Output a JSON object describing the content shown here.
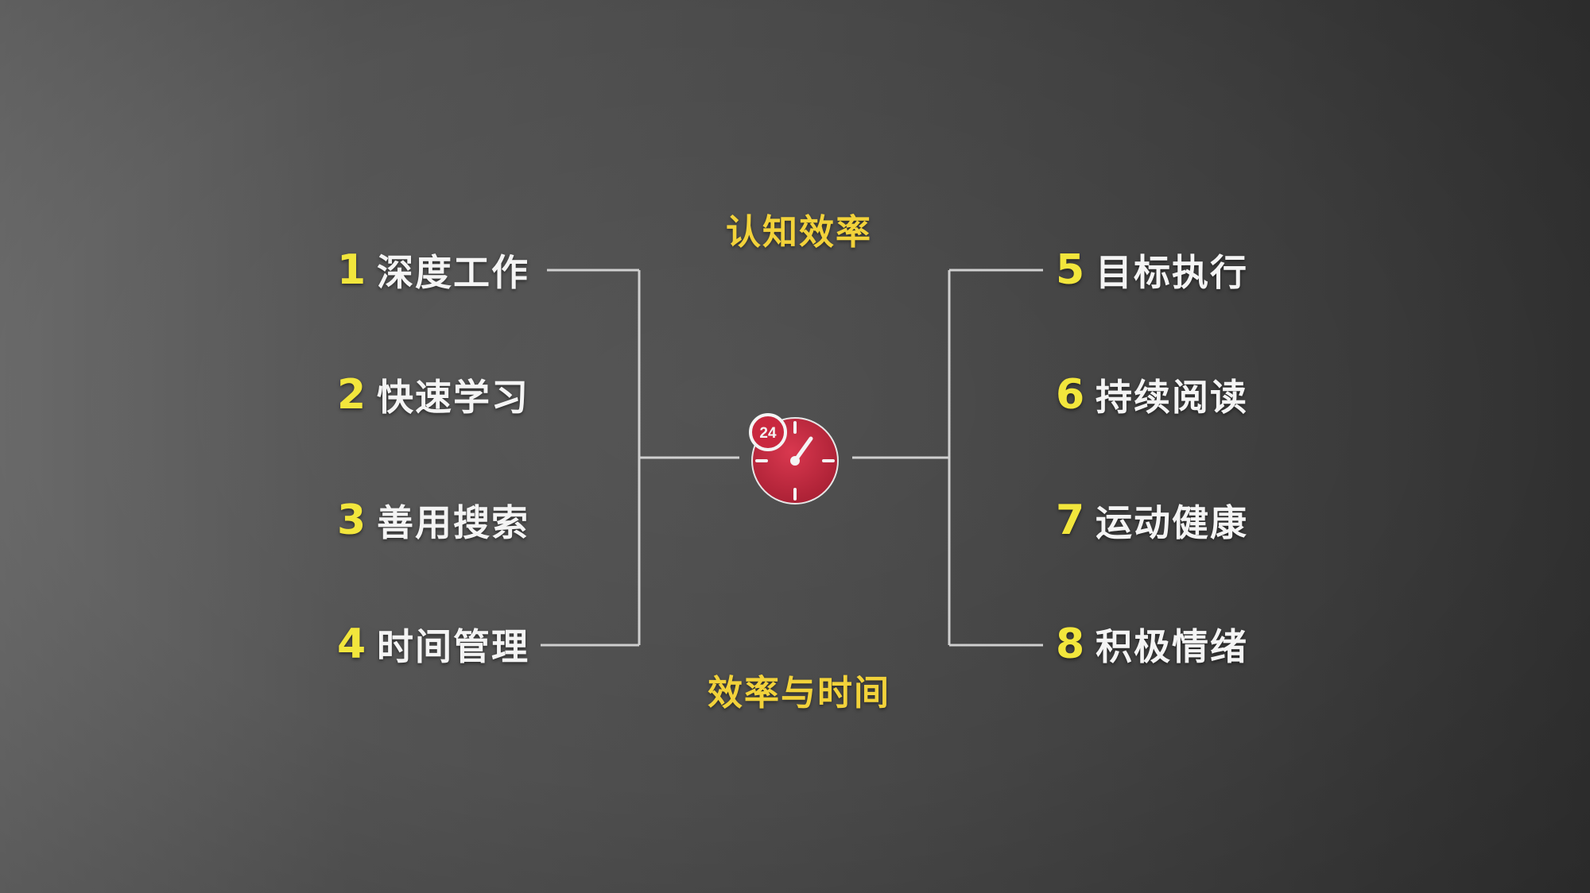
{
  "diagram": {
    "top_heading": "认知效率",
    "bottom_heading": "效率与时间",
    "left_items": [
      {
        "number": "1",
        "label": "深度工作"
      },
      {
        "number": "2",
        "label": "快速学习"
      },
      {
        "number": "3",
        "label": "善用搜索"
      },
      {
        "number": "4",
        "label": "时间管理"
      }
    ],
    "right_items": [
      {
        "number": "5",
        "label": "目标执行"
      },
      {
        "number": "6",
        "label": "持续阅读"
      },
      {
        "number": "7",
        "label": "运动健康"
      },
      {
        "number": "8",
        "label": "积极情绪"
      }
    ],
    "center_icon": "stopwatch-icon",
    "badge_text": "24"
  },
  "colors": {
    "background_left": "#6a6a6a",
    "background_right": "#333333",
    "heading": "#f2d23a",
    "number": "#f2e63c",
    "label": "#f4f4f4",
    "connector": "#cfcfcf",
    "clock_face": "#c9283f"
  }
}
